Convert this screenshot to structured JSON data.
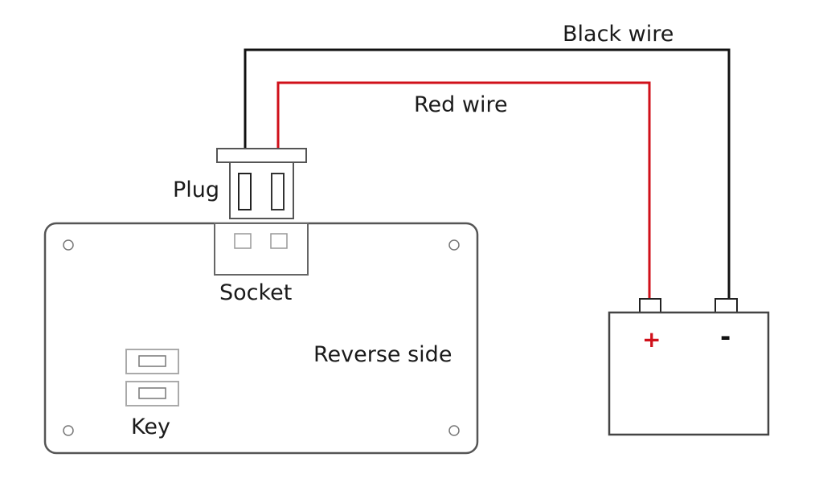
{
  "labels": {
    "black_wire": "Black wire",
    "red_wire": "Red wire",
    "plug": "Plug",
    "socket": "Socket",
    "reverse_side": "Reverse side",
    "key": "Key"
  },
  "battery": {
    "positive_symbol": "+",
    "negative_symbol": "-"
  },
  "colors": {
    "black_wire": "#111111",
    "red_wire": "#d0101a",
    "outline": "#555555",
    "light_outline": "#9a9a9a"
  }
}
